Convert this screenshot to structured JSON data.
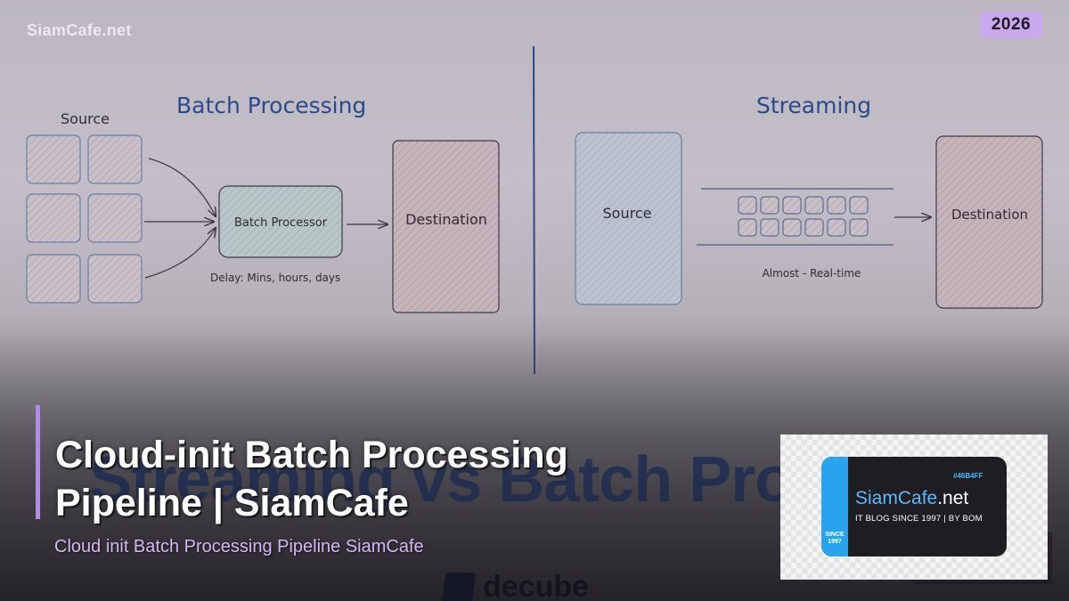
{
  "brand": "SiamCafe.net",
  "year_badge": "2026",
  "article": {
    "title_line1": "Cloud-init Batch Processing",
    "title_line2": "Pipeline | SiamCafe",
    "subtitle": "Cloud init Batch Processing Pipeline SiamCafe"
  },
  "diagram": {
    "batch": {
      "heading": "Batch Processing",
      "source_label": "Source",
      "processor_label": "Batch Processor",
      "destination_label": "Destination",
      "delay_note": "Delay: Mins, hours, days"
    },
    "streaming": {
      "heading": "Streaming",
      "source_label": "Source",
      "destination_label": "Destination",
      "latency_note": "Almost - Real-time"
    }
  },
  "background_text": "Streaming vs Batch Proc",
  "decube_logo": "decube",
  "logo": {
    "hex": "#46B4FF",
    "name_accent": "SiamCafe",
    "name_rest": ".net",
    "tagline": "IT BLOG SINCE 1997 | BY BOM",
    "since": "SINCE 1997"
  },
  "colors": {
    "accent_purple": "#b48ae6",
    "year_badge": "#c9a8ee",
    "diagram_ink": "#2a4a8c",
    "logo_blue": "#46b4ff"
  }
}
